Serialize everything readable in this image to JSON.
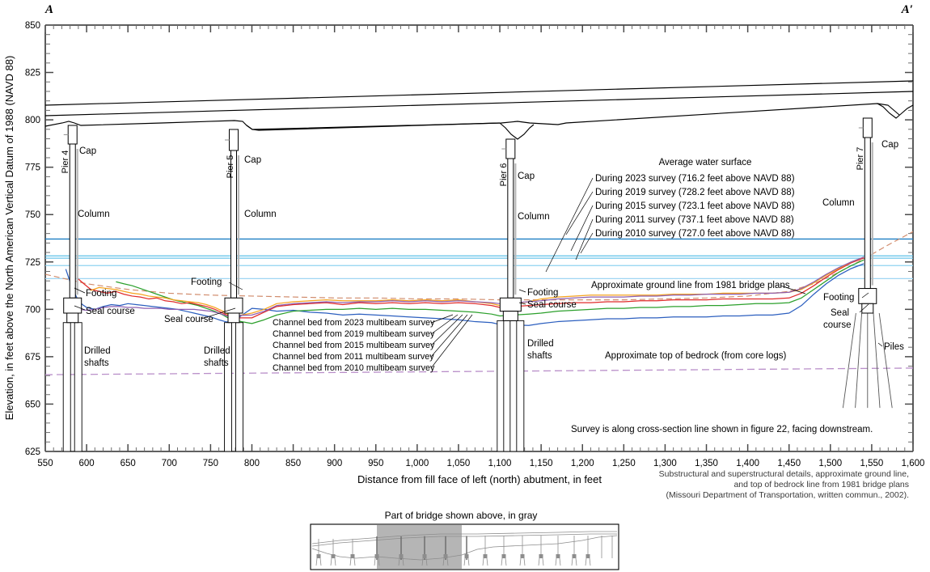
{
  "figure": {
    "section_left_label": "A",
    "section_right_label": "A′",
    "y_axis_title": "Elevation, in feet above the North American Vertical Datum of 1988 (NAVD 88)",
    "x_axis_title": "Distance from fill face of left (north) abutment, in feet",
    "survey_note": "Survey is along cross-section line shown in figure 22, facing downstream.",
    "source_note_line1": "Substructural and superstructural details, approximate ground line,",
    "source_note_line2": "and top of bedrock line from 1981 bridge plans",
    "source_note_line3": "(Missouri Department of Transportation, written commun., 2002)."
  },
  "axes": {
    "y_ticks": [
      "625",
      "650",
      "675",
      "700",
      "725",
      "750",
      "775",
      "800",
      "825",
      "850"
    ],
    "y_min": 625,
    "y_max": 850,
    "y_major_step": 25,
    "y_minor_step": 5,
    "x_ticks": [
      "550",
      "600",
      "650",
      "700",
      "750",
      "800",
      "850",
      "900",
      "950",
      "1,000",
      "1,050",
      "1,100",
      "1,150",
      "1,200",
      "1,250",
      "1,300",
      "1,350",
      "1,400",
      "1,450",
      "1,500",
      "1,550",
      "1,600"
    ],
    "x_min": 550,
    "x_max": 1600,
    "x_major_step": 50,
    "x_minor_step": 10
  },
  "water_surface": {
    "heading": "Average water surface",
    "entries": [
      {
        "label": "During 2023 survey (716.2 feet above NAVD 88)",
        "year": "2023",
        "elevation": 716.2,
        "color": "#9fd6f2"
      },
      {
        "label": "During 2019 survey (728.2 feet above NAVD 88)",
        "year": "2019",
        "elevation": 728.2,
        "color": "#5bc0e8"
      },
      {
        "label": "During 2015 survey (723.1 feet above NAVD 88)",
        "year": "2015",
        "elevation": 723.1,
        "color": "#8fd2f0"
      },
      {
        "label": "During 2011 survey (737.1 feet above NAVD 88)",
        "year": "2011",
        "elevation": 737.1,
        "color": "#1f7fc4"
      },
      {
        "label": "During 2010 survey (727.0 feet above NAVD 88)",
        "year": "2010",
        "elevation": 727.0,
        "color": "#6cc6ea"
      }
    ]
  },
  "channel_bed_legend": {
    "entries": [
      {
        "label": "Channel bed from 2023 multibeam survey",
        "year": "2023",
        "color": "#8e5fb0"
      },
      {
        "label": "Channel bed from 2019 multibeam survey",
        "year": "2019",
        "color": "#f5a31e"
      },
      {
        "label": "Channel bed from 2015 multibeam survey",
        "year": "2015",
        "color": "#e02b2b"
      },
      {
        "label": "Channel bed from 2011 multibeam survey",
        "year": "2011",
        "color": "#2ca02c"
      },
      {
        "label": "Channel bed from 2010 multibeam survey",
        "year": "2010",
        "color": "#2c5fbf"
      }
    ]
  },
  "annotations": {
    "ground_line": "Approximate ground line from 1981 bridge plans",
    "bedrock_line": "Approximate top of bedrock (from core logs)",
    "cap": "Cap",
    "column": "Column",
    "footing": "Footing",
    "seal_course": "Seal course",
    "seal": "Seal",
    "course": "course",
    "drilled": "Drilled",
    "shafts": "shafts",
    "piles": "Piles"
  },
  "piers": [
    {
      "name": "Pier 4",
      "station": 583
    },
    {
      "name": "Pier 5",
      "station": 778
    },
    {
      "name": "Pier 6",
      "station": 1113
    },
    {
      "name": "Pier 7",
      "station": 1545
    }
  ],
  "inset": {
    "title": "Part of bridge shown above, in gray"
  },
  "chart_data": {
    "type": "line",
    "title": "Bridge cross section A–A′ with channel bed surveys",
    "xlabel": "Distance from fill face of left (north) abutment, in feet",
    "ylabel": "Elevation, in feet above the North American Vertical Datum of 1988 (NAVD 88)",
    "xlim": [
      550,
      1600
    ],
    "ylim": [
      625,
      850
    ],
    "grid": false,
    "legend_position": "inline-annotations",
    "series": [
      {
        "name": "Channel bed from 2010 multibeam survey",
        "color": "#2c5fbf",
        "x": [
          575,
          580,
          585,
          590,
          595,
          600,
          605,
          610,
          620,
          630,
          640,
          650,
          660,
          670,
          680,
          690,
          700,
          710,
          720,
          730,
          740,
          750,
          760,
          768,
          775,
          800,
          815,
          830,
          850,
          870,
          890,
          910,
          930,
          950,
          970,
          990,
          1010,
          1030,
          1050,
          1070,
          1090,
          1100,
          1135,
          1150,
          1170,
          1190,
          1210,
          1230,
          1250,
          1270,
          1290,
          1310,
          1330,
          1350,
          1370,
          1390,
          1410,
          1430,
          1450,
          1465,
          1480,
          1495,
          1510,
          1525,
          1540
        ],
        "y": [
          721.0,
          714.5,
          709.0,
          704.5,
          702.5,
          701.0,
          700.5,
          700.0,
          701.5,
          702.5,
          702.0,
          703.0,
          702.5,
          702.0,
          701.5,
          701.0,
          700.5,
          700.0,
          699.0,
          698.0,
          697.0,
          696.0,
          694.5,
          693.5,
          693.0,
          700.5,
          700.0,
          699.0,
          699.5,
          698.5,
          698.0,
          697.0,
          697.5,
          697.0,
          696.5,
          696.0,
          695.5,
          695.0,
          694.5,
          693.5,
          693.0,
          692.0,
          691.5,
          692.5,
          693.5,
          694.0,
          694.5,
          695.0,
          695.0,
          695.5,
          695.5,
          696.0,
          696.0,
          696.0,
          696.5,
          696.5,
          697.0,
          697.0,
          698.0,
          702.0,
          708.0,
          713.5,
          718.0,
          721.5,
          724.0
        ]
      },
      {
        "name": "Channel bed from 2011 multibeam survey",
        "color": "#2ca02c",
        "x": [
          636,
          645,
          655,
          665,
          675,
          685,
          695,
          705,
          715,
          725,
          735,
          745,
          755,
          765,
          775,
          800,
          815,
          830,
          850,
          870,
          890,
          910,
          930,
          950,
          970,
          990,
          1010,
          1030,
          1050,
          1070,
          1090,
          1100,
          1135,
          1150,
          1170,
          1190,
          1210,
          1230,
          1250,
          1270,
          1290,
          1310,
          1330,
          1350,
          1370,
          1390,
          1410,
          1430,
          1450,
          1465,
          1480,
          1495,
          1510,
          1525,
          1540
        ],
        "y": [
          714.5,
          713.5,
          712.5,
          711.0,
          709.5,
          708.0,
          706.5,
          705.0,
          704.0,
          703.0,
          702.0,
          700.5,
          699.0,
          697.0,
          694.5,
          692.5,
          694.5,
          697.0,
          699.0,
          699.5,
          700.0,
          700.0,
          700.5,
          700.0,
          700.5,
          700.0,
          700.0,
          699.5,
          699.0,
          698.5,
          697.5,
          696.5,
          697.5,
          698.0,
          699.0,
          699.5,
          700.0,
          700.5,
          700.5,
          701.0,
          701.0,
          701.5,
          701.5,
          702.0,
          702.0,
          702.5,
          703.0,
          703.0,
          703.5,
          706.0,
          710.5,
          715.0,
          719.5,
          723.0,
          726.0
        ]
      },
      {
        "name": "Channel bed from 2015 multibeam survey",
        "color": "#e02b2b",
        "x": [
          590,
          598,
          605,
          615,
          625,
          635,
          645,
          655,
          665,
          675,
          685,
          695,
          705,
          715,
          725,
          735,
          745,
          755,
          765,
          775,
          800,
          815,
          830,
          850,
          870,
          890,
          910,
          930,
          950,
          970,
          990,
          1010,
          1030,
          1050,
          1070,
          1090,
          1100,
          1135,
          1150,
          1170,
          1190,
          1210,
          1230,
          1250,
          1270,
          1290,
          1310,
          1330,
          1350,
          1370,
          1390,
          1410,
          1430,
          1450,
          1465,
          1480,
          1495,
          1510,
          1525,
          1540
        ],
        "y": [
          716.0,
          713.0,
          710.5,
          709.5,
          708.5,
          709.5,
          708.0,
          707.0,
          706.5,
          705.5,
          706.0,
          704.5,
          704.0,
          703.0,
          703.5,
          702.5,
          701.5,
          700.0,
          698.0,
          695.5,
          695.5,
          698.5,
          701.5,
          702.5,
          703.0,
          703.5,
          702.5,
          703.5,
          703.0,
          703.5,
          703.0,
          703.5,
          703.0,
          703.5,
          703.0,
          702.0,
          701.0,
          702.0,
          702.5,
          703.0,
          703.5,
          703.5,
          704.0,
          704.0,
          704.5,
          704.5,
          705.0,
          705.0,
          705.0,
          705.5,
          705.5,
          705.5,
          705.5,
          706.0,
          708.5,
          712.5,
          717.0,
          721.0,
          724.5,
          727.0
        ]
      },
      {
        "name": "Channel bed from 2019 multibeam survey",
        "color": "#f5a31e",
        "x": [
          605,
          615,
          625,
          635,
          645,
          655,
          665,
          675,
          685,
          695,
          705,
          715,
          725,
          735,
          745,
          755,
          765,
          775,
          800,
          815,
          830,
          850,
          870,
          890,
          910,
          930,
          950,
          970,
          990,
          1010,
          1030,
          1050,
          1070,
          1090,
          1100,
          1135,
          1150,
          1170,
          1190,
          1210,
          1230,
          1250,
          1270,
          1290,
          1310,
          1330,
          1350,
          1370,
          1390,
          1410,
          1430,
          1450,
          1465,
          1480,
          1495,
          1510,
          1525,
          1540
        ],
        "y": [
          710.0,
          711.5,
          711.0,
          710.5,
          709.5,
          708.5,
          708.0,
          707.0,
          706.5,
          706.0,
          705.0,
          704.5,
          704.0,
          703.5,
          702.5,
          701.0,
          699.0,
          696.0,
          698.0,
          700.0,
          703.0,
          704.0,
          704.5,
          705.0,
          704.5,
          704.5,
          704.5,
          705.0,
          704.5,
          705.0,
          704.5,
          705.0,
          704.0,
          703.0,
          702.0,
          704.0,
          705.5,
          706.5,
          707.0,
          707.5,
          707.5,
          707.5,
          707.5,
          707.5,
          708.0,
          708.0,
          708.0,
          708.5,
          708.5,
          708.5,
          708.5,
          709.0,
          710.5,
          714.0,
          718.0,
          721.5,
          725.0,
          727.5
        ]
      },
      {
        "name": "Channel bed from 2023 multibeam survey",
        "color": "#8e5fb0",
        "x": [
          585,
          592,
          600,
          610,
          620,
          630,
          640,
          650,
          660,
          670,
          680,
          690,
          700,
          710,
          720,
          730,
          740,
          750,
          760,
          770,
          800,
          815,
          830,
          850,
          870,
          890,
          910,
          930,
          950,
          970,
          990,
          1010,
          1030,
          1050,
          1070,
          1090,
          1100,
          1135,
          1150,
          1170,
          1190,
          1210,
          1230,
          1250,
          1270,
          1290,
          1310,
          1330,
          1350,
          1370,
          1390,
          1410,
          1430,
          1450,
          1465,
          1480,
          1495,
          1510,
          1525,
          1540
        ],
        "y": [
          702.5,
          700.0,
          699.5,
          700.0,
          701.0,
          701.5,
          701.5,
          701.0,
          701.0,
          700.5,
          700.5,
          700.5,
          700.0,
          700.0,
          700.0,
          700.0,
          699.5,
          699.0,
          698.0,
          696.5,
          697.0,
          699.0,
          702.0,
          703.0,
          703.5,
          704.0,
          703.5,
          704.0,
          704.0,
          704.5,
          704.0,
          704.5,
          704.0,
          704.5,
          704.0,
          703.5,
          703.0,
          704.0,
          704.5,
          705.5,
          706.0,
          706.5,
          706.5,
          706.5,
          707.0,
          707.0,
          707.5,
          707.5,
          708.0,
          708.0,
          708.0,
          708.5,
          708.5,
          709.0,
          711.0,
          714.5,
          718.5,
          722.0,
          725.0,
          727.5
        ]
      },
      {
        "name": "Approximate ground line from 1981 bridge plans",
        "color": "#d08a6a",
        "style": "dashed",
        "x": [
          550,
          600,
          650,
          700,
          750,
          800,
          850,
          900,
          950,
          1000,
          1050,
          1100,
          1150,
          1200,
          1250,
          1300,
          1350,
          1400,
          1450,
          1480,
          1510,
          1540,
          1570,
          1600
        ],
        "y": [
          718.5,
          713.5,
          710.5,
          708.5,
          707.5,
          707.0,
          706.5,
          706.0,
          706.0,
          705.5,
          705.5,
          705.0,
          705.0,
          705.0,
          705.0,
          705.5,
          706.0,
          707.0,
          709.5,
          713.5,
          719.5,
          726.5,
          734.0,
          741.0
        ]
      },
      {
        "name": "Approximate top of bedrock (from core logs)",
        "color": "#b98fc9",
        "style": "dashed",
        "x": [
          550,
          700,
          850,
          1000,
          1150,
          1300,
          1450,
          1600
        ],
        "y": [
          665.5,
          666.0,
          666.5,
          667.0,
          667.5,
          668.0,
          668.5,
          669.0
        ]
      }
    ]
  }
}
